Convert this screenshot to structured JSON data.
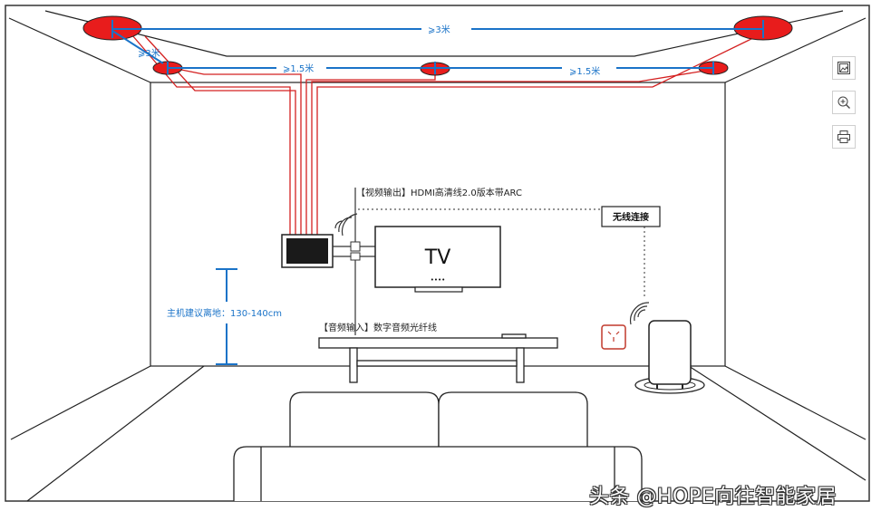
{
  "dimensions": {
    "top_span": "⩾3米",
    "side_span": "⩾3米",
    "mid_left_span": "⩾1.5米",
    "mid_right_span": "⩾1.5米"
  },
  "labels": {
    "video_output": "【视频输出】HDMI高清线2.0版本带ARC",
    "audio_input": "【音频输入】数字音频光纤线",
    "wireless": "无线连接",
    "host_height": "主机建议离地：130-140cm",
    "tv": "TV",
    "tv_dots": "••••"
  },
  "watermark": "头条 @HOPE向往智能家居",
  "toolbar": [
    {
      "name": "image-icon"
    },
    {
      "name": "zoom-in-icon"
    },
    {
      "name": "print-icon"
    }
  ],
  "colors": {
    "wire": "#d42020",
    "speaker": "#e81c1c",
    "dimension": "#1a73c8",
    "line": "#222222"
  }
}
